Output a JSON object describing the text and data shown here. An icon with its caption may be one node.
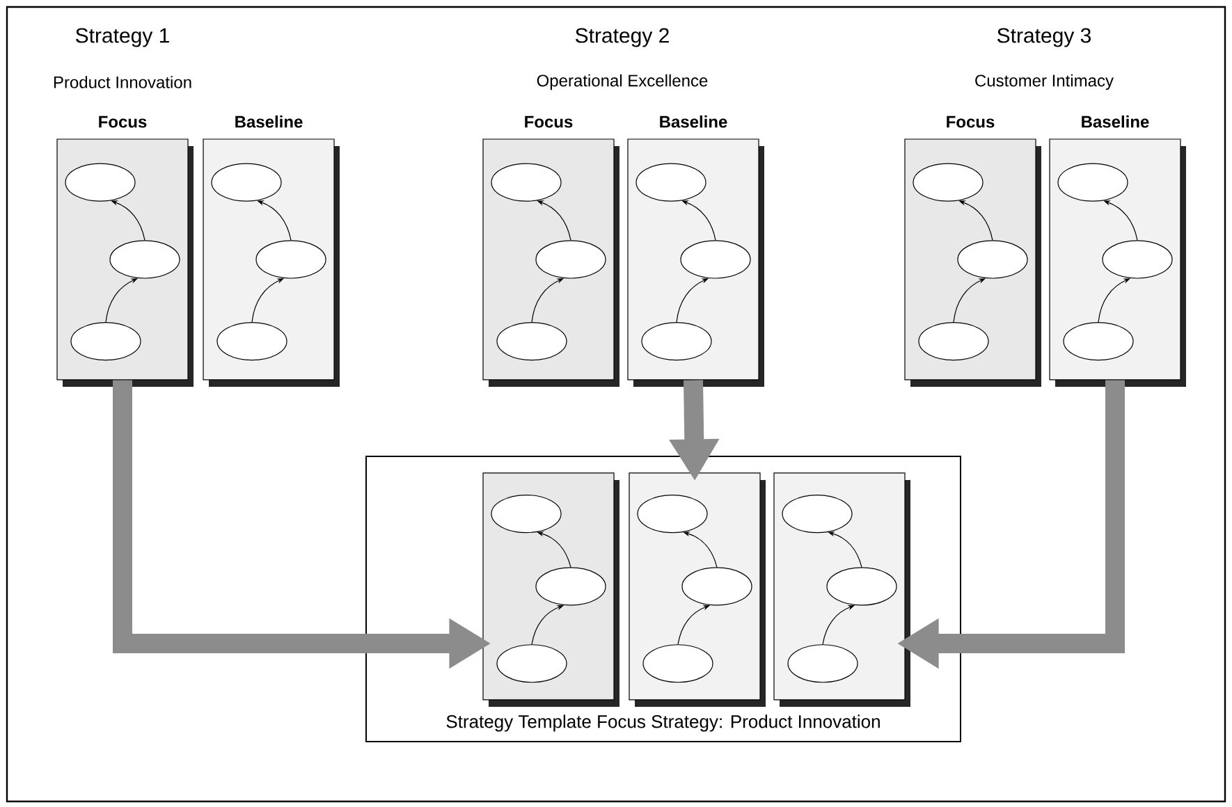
{
  "diagram": {
    "nodes": [
      {
        "text": [
          "Focus"
        ]
      },
      {
        "text": [],
        "shape": "ellipse",
        "in": 0
      },
      {
        "text": [],
        "shape": "ellipse",
        "in": 0
      },
      {
        "text": [],
        "shape": "ellipse",
        "in": 0
      },
      {
        "text": [
          "Baseline"
        ]
      },
      {
        "text": [],
        "shape": "ellipse",
        "in": 4
      },
      {
        "text": [],
        "shape": "ellipse",
        "in": 4
      },
      {
        "text": [],
        "shape": "ellipse",
        "in": 4
      },
      {
        "text": [
          "Focus"
        ]
      },
      {
        "text": [],
        "shape": "ellipse",
        "in": 8
      },
      {
        "text": [],
        "shape": "ellipse",
        "in": 8
      },
      {
        "text": [],
        "shape": "ellipse",
        "in": 8
      },
      {
        "text": [
          "Baseline"
        ]
      },
      {
        "text": [],
        "shape": "ellipse",
        "in": 12
      },
      {
        "text": [],
        "shape": "ellipse",
        "in": 12
      },
      {
        "text": [],
        "shape": "ellipse",
        "in": 12
      },
      {
        "text": [
          "Focus"
        ]
      },
      {
        "text": [],
        "shape": "ellipse",
        "in": 16
      },
      {
        "text": [],
        "shape": "ellipse",
        "in": 16
      },
      {
        "text": [],
        "shape": "ellipse",
        "in": 16
      },
      {
        "text": [
          "Baseline"
        ]
      },
      {
        "text": [],
        "shape": "ellipse",
        "in": 20
      },
      {
        "text": [],
        "shape": "ellipse",
        "in": 20
      },
      {
        "text": [],
        "shape": "ellipse",
        "in": 20
      },
      {
        "text": [
          "Strategy Template Focus Strategy: Product Innovation"
        ]
      },
      {
        "text": [],
        "shape": "box",
        "in": 24
      },
      {
        "text": [],
        "shape": "ellipse",
        "in": 25
      },
      {
        "text": [],
        "shape": "ellipse",
        "in": 25
      },
      {
        "text": [],
        "shape": "ellipse",
        "in": 25
      },
      {
        "text": [],
        "shape": "box",
        "in": 24
      },
      {
        "text": [],
        "shape": "ellipse",
        "in": 29
      },
      {
        "text": [],
        "shape": "ellipse",
        "in": 29
      },
      {
        "text": [],
        "shape": "ellipse",
        "in": 29
      },
      {
        "text": [],
        "shape": "box",
        "in": 24
      },
      {
        "text": [],
        "shape": "ellipse",
        "in": 33
      },
      {
        "text": [],
        "shape": "ellipse",
        "in": 33
      },
      {
        "text": [],
        "shape": "ellipse",
        "in": 33
      }
    ],
    "edges": [
      {
        "from": 3,
        "to": 2,
        "arrow": "to"
      },
      {
        "from": 2,
        "to": 1,
        "arrow": "to"
      },
      {
        "from": 7,
        "to": 6,
        "arrow": "to"
      },
      {
        "from": 6,
        "to": 5,
        "arrow": "to"
      },
      {
        "from": 11,
        "to": 10,
        "arrow": "to"
      },
      {
        "from": 10,
        "to": 9,
        "arrow": "to"
      },
      {
        "from": 15,
        "to": 14,
        "arrow": "to"
      },
      {
        "from": 14,
        "to": 13,
        "arrow": "to"
      },
      {
        "from": 19,
        "to": 18,
        "arrow": "to"
      },
      {
        "from": 18,
        "to": 17,
        "arrow": "to"
      },
      {
        "from": 23,
        "to": 22,
        "arrow": "to"
      },
      {
        "from": 22,
        "to": 21,
        "arrow": "to"
      },
      {
        "from": 28,
        "to": 27,
        "arrow": "to"
      },
      {
        "from": 27,
        "to": 26,
        "arrow": "to"
      },
      {
        "from": 32,
        "to": 31,
        "arrow": "to"
      },
      {
        "from": 31,
        "to": 30,
        "arrow": "to"
      },
      {
        "from": 36,
        "to": 35,
        "arrow": "to"
      },
      {
        "from": 35,
        "to": 34,
        "arrow": "to"
      },
      {
        "from": 0,
        "to": 25,
        "arrow": "to",
        "style": "thick",
        "color": "#8c8c8c"
      },
      {
        "from": 12,
        "to": 29,
        "arrow": "to",
        "style": "thick",
        "color": "#8c8c8c"
      },
      {
        "from": 20,
        "to": 33,
        "arrow": "to",
        "style": "thick",
        "color": "#8c8c8c"
      }
    ],
    "labels": [
      "Strategy 1",
      "Product Innovation",
      "Strategy 2",
      "Operational Excellence",
      "Strategy 3",
      "Customer Intimacy"
    ]
  }
}
